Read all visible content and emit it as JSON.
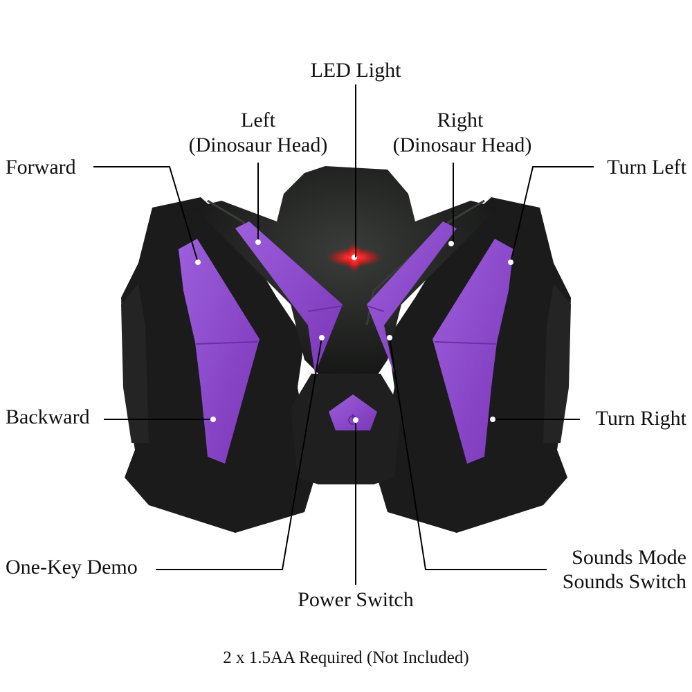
{
  "labels": {
    "led_light": "LED Light",
    "left_head_line1": "Left",
    "left_head_line2": "(Dinosaur Head)",
    "right_head_line1": "Right",
    "right_head_line2": "(Dinosaur Head)",
    "forward": "Forward",
    "turn_left": "Turn Left",
    "backward": "Backward",
    "turn_right": "Turn Right",
    "one_key_demo": "One-Key Demo",
    "power_switch": "Power Switch",
    "sounds_mode": "Sounds Mode",
    "sounds_switch": "Sounds Switch"
  },
  "footer_note": "2 x 1.5AA Required (Not Included)",
  "colors": {
    "body": "#1c1d1c",
    "body_highlight": "#3a3c3a",
    "button_purple": "#8a45c8",
    "button_purple_light": "#a060dc",
    "led_red": "#ff2020",
    "background": "#ffffff"
  },
  "icons": {
    "power": "power-icon"
  }
}
